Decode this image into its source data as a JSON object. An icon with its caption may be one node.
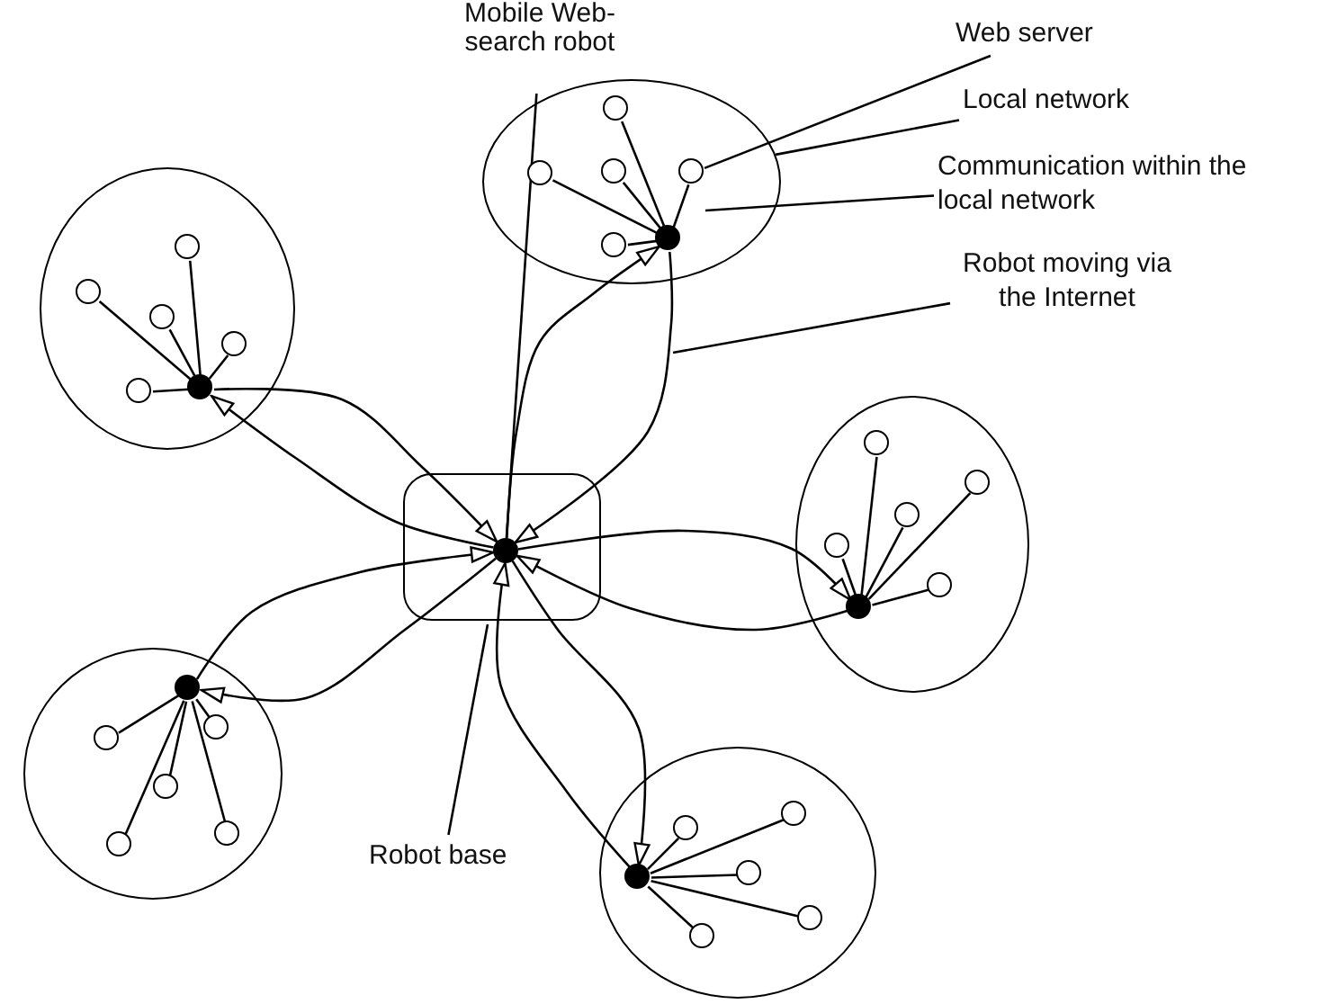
{
  "diagram": {
    "nodes": [
      {
        "text": [
          "Mobile Web-search robot"
        ]
      },
      {
        "text": [
          "Web server"
        ]
      },
      {
        "text": [
          "Local network"
        ]
      },
      {
        "text": [
          "Communication within the local network"
        ]
      },
      {
        "text": [
          "Robot moving via the Internet"
        ]
      },
      {
        "text": [
          "Robot base"
        ]
      },
      {
        "text": [],
        "shape": "box"
      },
      {
        "text": [],
        "shape": "dot",
        "in": 6
      },
      {
        "text": [],
        "shape": "ellipse"
      },
      {
        "text": [],
        "shape": "dot",
        "in": 8
      },
      {
        "text": [],
        "shape": "circle",
        "in": 8
      },
      {
        "text": [],
        "shape": "circle",
        "in": 8
      },
      {
        "text": [],
        "shape": "circle",
        "in": 8
      },
      {
        "text": [],
        "shape": "circle",
        "in": 8
      },
      {
        "text": [],
        "shape": "circle",
        "in": 8
      },
      {
        "text": [],
        "shape": "ellipse"
      },
      {
        "text": [],
        "shape": "dot",
        "in": 15
      },
      {
        "text": [],
        "shape": "circle",
        "in": 15
      },
      {
        "text": [],
        "shape": "circle",
        "in": 15
      },
      {
        "text": [],
        "shape": "circle",
        "in": 15
      },
      {
        "text": [],
        "shape": "circle",
        "in": 15
      },
      {
        "text": [],
        "shape": "circle",
        "in": 15
      },
      {
        "text": [],
        "shape": "ellipse"
      },
      {
        "text": [],
        "shape": "dot",
        "in": 22
      },
      {
        "text": [],
        "shape": "circle",
        "in": 22
      },
      {
        "text": [],
        "shape": "circle",
        "in": 22
      },
      {
        "text": [],
        "shape": "circle",
        "in": 22
      },
      {
        "text": [],
        "shape": "circle",
        "in": 22
      },
      {
        "text": [],
        "shape": "circle",
        "in": 22
      },
      {
        "text": [],
        "shape": "ellipse"
      },
      {
        "text": [],
        "shape": "dot",
        "in": 29
      },
      {
        "text": [],
        "shape": "circle",
        "in": 29
      },
      {
        "text": [],
        "shape": "circle",
        "in": 29
      },
      {
        "text": [],
        "shape": "circle",
        "in": 29
      },
      {
        "text": [],
        "shape": "circle",
        "in": 29
      },
      {
        "text": [],
        "shape": "circle",
        "in": 29
      },
      {
        "text": [],
        "shape": "ellipse"
      },
      {
        "text": [],
        "shape": "dot",
        "in": 36
      },
      {
        "text": [],
        "shape": "circle",
        "in": 36
      },
      {
        "text": [],
        "shape": "circle",
        "in": 36
      },
      {
        "text": [],
        "shape": "circle",
        "in": 36
      },
      {
        "text": [],
        "shape": "circle",
        "in": 36
      },
      {
        "text": [],
        "shape": "circle",
        "in": 36
      }
    ],
    "edges": [
      {
        "from": 0,
        "to": 7,
        "arrow": "none"
      },
      {
        "from": 1,
        "to": 13,
        "arrow": "none"
      },
      {
        "from": 2,
        "to": 8,
        "arrow": "none"
      },
      {
        "from": 3,
        "to": null,
        "arrow": "none"
      },
      {
        "from": 4,
        "to": null,
        "arrow": "none"
      },
      {
        "from": 5,
        "to": 6,
        "arrow": "none"
      },
      {
        "from": 7,
        "to": 9,
        "arrow": "to"
      },
      {
        "from": 9,
        "to": 7,
        "arrow": "to"
      },
      {
        "from": 7,
        "to": 16,
        "arrow": "to"
      },
      {
        "from": 16,
        "to": 7,
        "arrow": "to"
      },
      {
        "from": 7,
        "to": 23,
        "arrow": "to"
      },
      {
        "from": 23,
        "to": 7,
        "arrow": "to"
      },
      {
        "from": 7,
        "to": 30,
        "arrow": "to"
      },
      {
        "from": 30,
        "to": 7,
        "arrow": "to"
      },
      {
        "from": 7,
        "to": 37,
        "arrow": "to"
      },
      {
        "from": 37,
        "to": 7,
        "arrow": "to"
      },
      {
        "from": 9,
        "to": 10,
        "arrow": "none"
      },
      {
        "from": 9,
        "to": 11,
        "arrow": "none"
      },
      {
        "from": 9,
        "to": 12,
        "arrow": "none"
      },
      {
        "from": 9,
        "to": 13,
        "arrow": "none"
      },
      {
        "from": 9,
        "to": 14,
        "arrow": "none"
      },
      {
        "from": 16,
        "to": 17,
        "arrow": "none"
      },
      {
        "from": 16,
        "to": 18,
        "arrow": "none"
      },
      {
        "from": 16,
        "to": 19,
        "arrow": "none"
      },
      {
        "from": 16,
        "to": 20,
        "arrow": "none"
      },
      {
        "from": 16,
        "to": 21,
        "arrow": "none"
      },
      {
        "from": 23,
        "to": 24,
        "arrow": "none"
      },
      {
        "from": 23,
        "to": 25,
        "arrow": "none"
      },
      {
        "from": 23,
        "to": 26,
        "arrow": "none"
      },
      {
        "from": 23,
        "to": 27,
        "arrow": "none"
      },
      {
        "from": 23,
        "to": 28,
        "arrow": "none"
      },
      {
        "from": 30,
        "to": 31,
        "arrow": "none"
      },
      {
        "from": 30,
        "to": 32,
        "arrow": "none"
      },
      {
        "from": 30,
        "to": 33,
        "arrow": "none"
      },
      {
        "from": 30,
        "to": 34,
        "arrow": "none"
      },
      {
        "from": 30,
        "to": 35,
        "arrow": "none"
      },
      {
        "from": 37,
        "to": 38,
        "arrow": "none"
      },
      {
        "from": 37,
        "to": 39,
        "arrow": "none"
      },
      {
        "from": 37,
        "to": 40,
        "arrow": "none"
      },
      {
        "from": 37,
        "to": 41,
        "arrow": "none"
      },
      {
        "from": 37,
        "to": 42,
        "arrow": "none"
      }
    ]
  }
}
